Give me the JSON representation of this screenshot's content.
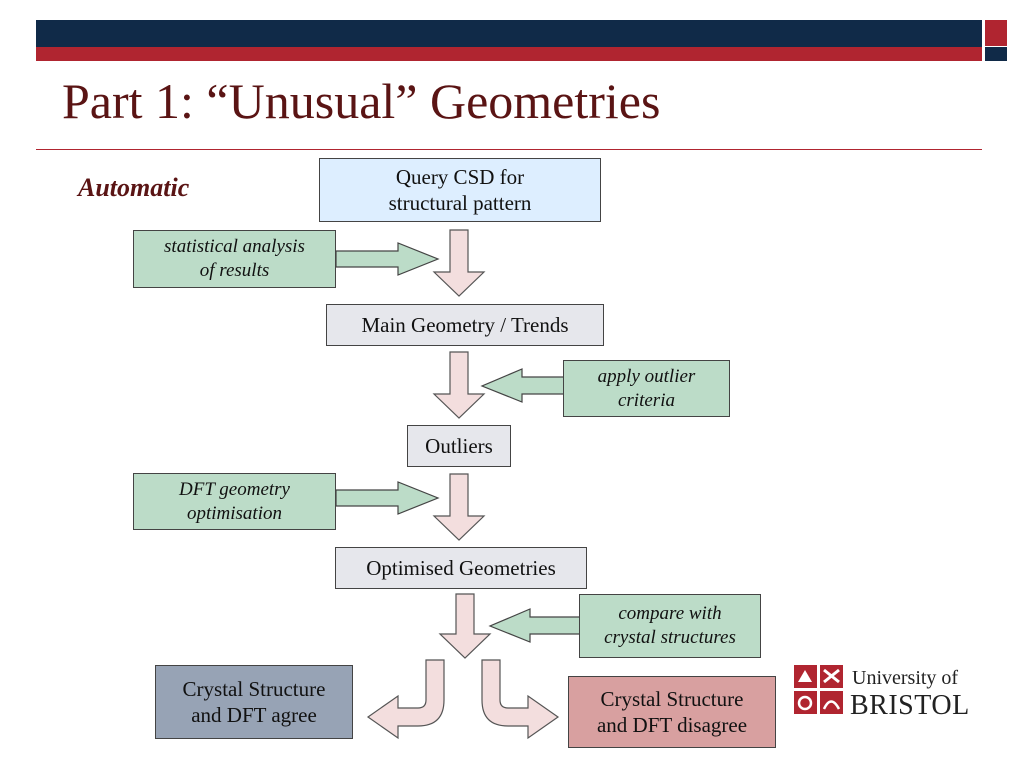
{
  "slide": {
    "title": "Part 1: “Unusual” Geometries",
    "subtitle": "Automatic"
  },
  "colors": {
    "navy": "#102a48",
    "red": "#b02530",
    "title": "#5a1414",
    "query_box": "#ddeeff",
    "grey_box": "#e6e7ec",
    "note_green": "#bcdcc8",
    "arrow_pink": "#f3dede",
    "agree_box": "#97a3b5",
    "disagree_box": "#d8a0a0"
  },
  "flow": {
    "query": {
      "line1": "Query CSD for",
      "line2": "structural pattern"
    },
    "main_geometry": "Main Geometry / Trends",
    "outliers": "Outliers",
    "optimised": "Optimised Geometries",
    "agree": {
      "line1": "Crystal Structure",
      "line2": "and DFT agree"
    },
    "disagree": {
      "line1": "Crystal Structure",
      "line2": "and DFT disagree"
    }
  },
  "notes": {
    "statistical": {
      "line1": "statistical analysis",
      "line2": "of results"
    },
    "outlier": {
      "line1": "apply outlier",
      "line2": "criteria"
    },
    "dft": {
      "line1": "DFT geometry",
      "line2": "optimisation"
    },
    "compare": {
      "line1": "compare with",
      "line2": "crystal structures"
    }
  },
  "logo": {
    "line1": "University of",
    "line2": "BRISTOL",
    "icon": "university-crest-icon"
  }
}
